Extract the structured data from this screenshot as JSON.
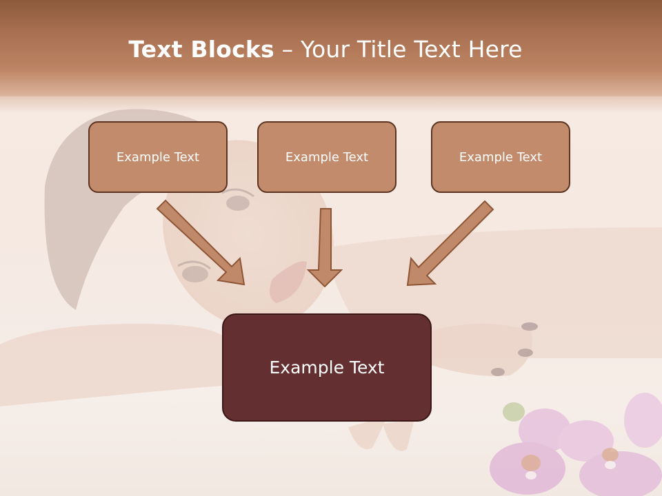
{
  "title": {
    "bold": "Text Blocks",
    "dash": " – ",
    "rest": "Your Title Text Here"
  },
  "blocks": [
    "Example Text",
    "Example Text",
    "Example Text"
  ],
  "main_block": "Example Text",
  "colors": {
    "header": "#b07553",
    "box": "#c28b6c",
    "box_border": "#5b3320",
    "main_box": "#632f30",
    "arrow": "#c08a6a"
  }
}
